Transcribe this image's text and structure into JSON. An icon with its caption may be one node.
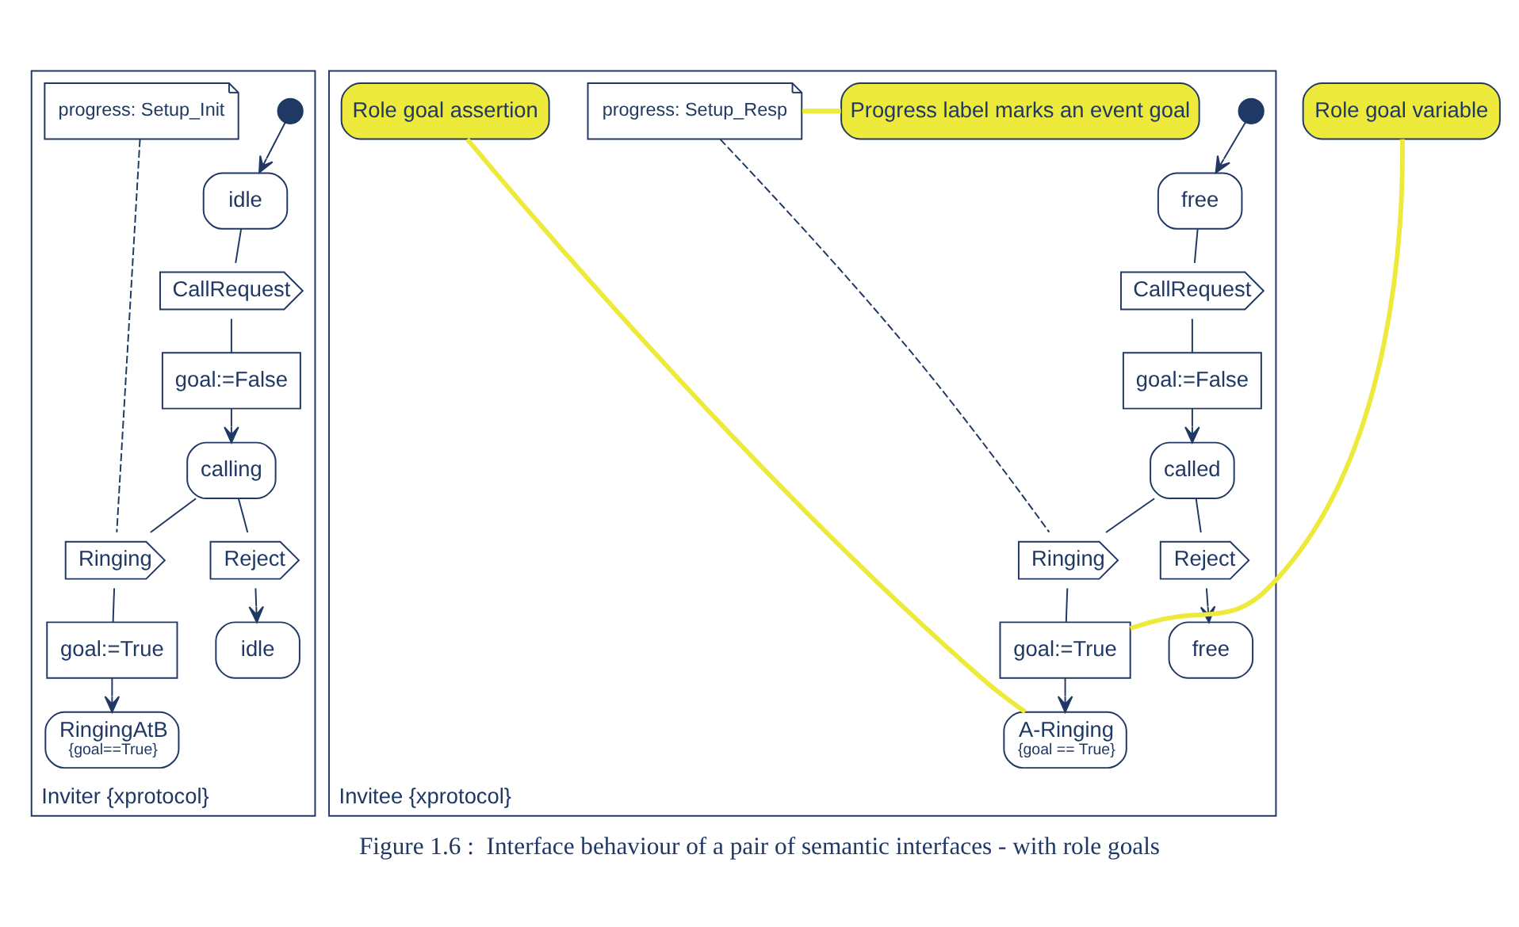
{
  "diagram": {
    "caption": "Figure 1.6 :  Interface behaviour of a pair of semantic interfaces - with role goals",
    "nodes": [
      {
        "text": [
          "Inviter {xprotocol}"
        ]
      },
      {
        "text": [],
        "shape": "circle",
        "in": 0
      },
      {
        "text": [
          "idle"
        ],
        "in": 0
      },
      {
        "text": [
          "CallRequest"
        ],
        "in": 0
      },
      {
        "text": [
          "goal:=False"
        ],
        "in": 0
      },
      {
        "text": [
          "calling"
        ],
        "in": 0
      },
      {
        "text": [
          "progress: Setup_Init"
        ],
        "in": 0
      },
      {
        "text": [
          "Ringing"
        ],
        "in": 0
      },
      {
        "text": [
          "Reject"
        ],
        "in": 0
      },
      {
        "text": [
          "goal:=True"
        ],
        "in": 0
      },
      {
        "text": [
          "RingingAtB",
          "{goal==True}"
        ],
        "in": 0
      },
      {
        "text": [
          "idle"
        ],
        "in": 0
      },
      {
        "text": [
          "Invitee {xprotocol}"
        ]
      },
      {
        "text": [],
        "shape": "circle",
        "in": 12
      },
      {
        "text": [
          "free"
        ],
        "in": 12
      },
      {
        "text": [
          "CallRequest"
        ],
        "in": 12
      },
      {
        "text": [
          "goal:=False"
        ],
        "in": 12
      },
      {
        "text": [
          "called"
        ],
        "in": 12
      },
      {
        "text": [
          "Progress label marks an event goal"
        ],
        "in": 12
      },
      {
        "text": [
          "progress: Setup_Resp"
        ],
        "in": 12
      },
      {
        "text": [
          "Ringing"
        ],
        "in": 12
      },
      {
        "text": [
          "Reject"
        ],
        "in": 12
      },
      {
        "text": [
          "goal:=True"
        ],
        "in": 12
      },
      {
        "text": [
          "A-Ringing",
          "{goal == True}"
        ],
        "in": 12
      },
      {
        "text": [
          "free"
        ],
        "in": 12
      },
      {
        "text": [
          "Role goal variable"
        ]
      },
      {
        "text": [
          "Role goal assertion"
        ],
        "in": 12
      }
    ],
    "edges": [
      {
        "from": 1,
        "to": 2,
        "arrow": "to"
      },
      {
        "from": 2,
        "to": 3,
        "arrow": "none"
      },
      {
        "from": 3,
        "to": 4,
        "arrow": "none"
      },
      {
        "from": 4,
        "to": 5,
        "arrow": "to"
      },
      {
        "from": 5,
        "to": 7,
        "arrow": "none"
      },
      {
        "from": 5,
        "to": 8,
        "arrow": "none"
      },
      {
        "from": 6,
        "to": 7,
        "arrow": "none",
        "style": "dashed"
      },
      {
        "from": 7,
        "to": 9,
        "arrow": "none"
      },
      {
        "from": 9,
        "to": 10,
        "arrow": "to"
      },
      {
        "from": 8,
        "to": 11,
        "arrow": "to"
      },
      {
        "from": 13,
        "to": 14,
        "arrow": "to"
      },
      {
        "from": 14,
        "to": 15,
        "arrow": "none"
      },
      {
        "from": 15,
        "to": 16,
        "arrow": "none"
      },
      {
        "from": 16,
        "to": 17,
        "arrow": "to"
      },
      {
        "from": 17,
        "to": 20,
        "arrow": "none"
      },
      {
        "from": 17,
        "to": 21,
        "arrow": "none"
      },
      {
        "from": 19,
        "to": 20,
        "arrow": "none",
        "style": "dashed"
      },
      {
        "from": 20,
        "to": 22,
        "arrow": "none"
      },
      {
        "from": 22,
        "to": 23,
        "arrow": "to"
      },
      {
        "from": 21,
        "to": 24,
        "arrow": "to"
      },
      {
        "from": 18,
        "to": 19,
        "arrow": "none",
        "style": "thick",
        "color": "#eeea3c"
      },
      {
        "from": 25,
        "to": 22,
        "arrow": "none",
        "style": "thick",
        "color": "#eeea3c"
      },
      {
        "from": 26,
        "to": 23,
        "arrow": "none",
        "style": "thick",
        "color": "#eeea3c"
      }
    ]
  }
}
